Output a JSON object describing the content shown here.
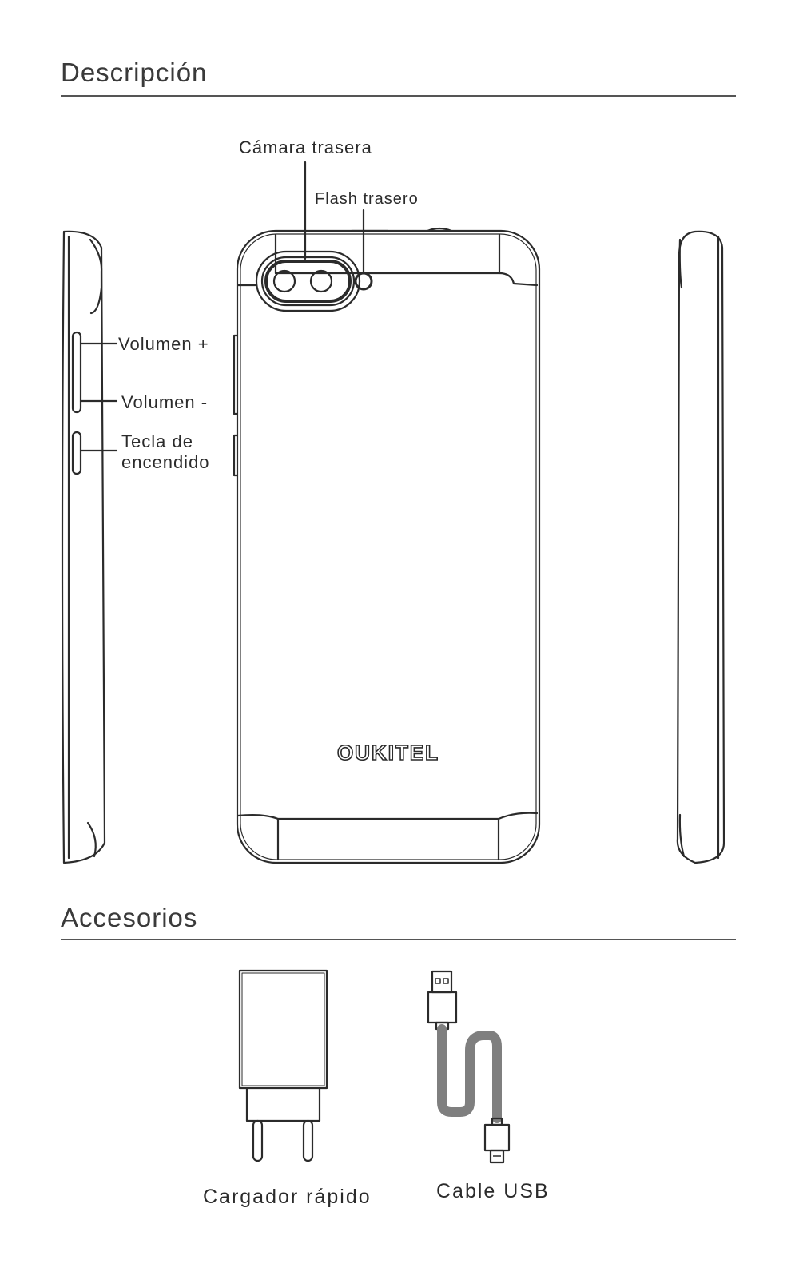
{
  "description": {
    "title": "Descripción",
    "labels": {
      "rear_camera": "Cámara trasera",
      "rear_flash": "Flash trasero",
      "volume_up": "Volumen +",
      "volume_down": "Volumen -",
      "power_key_line1": "Tecla de",
      "power_key_line2": "encendido"
    },
    "brand_logo": "OUKITEL"
  },
  "accessories": {
    "title": "Accesorios",
    "fast_charger": "Cargador rápido",
    "usb_cable": "Cable USB"
  }
}
